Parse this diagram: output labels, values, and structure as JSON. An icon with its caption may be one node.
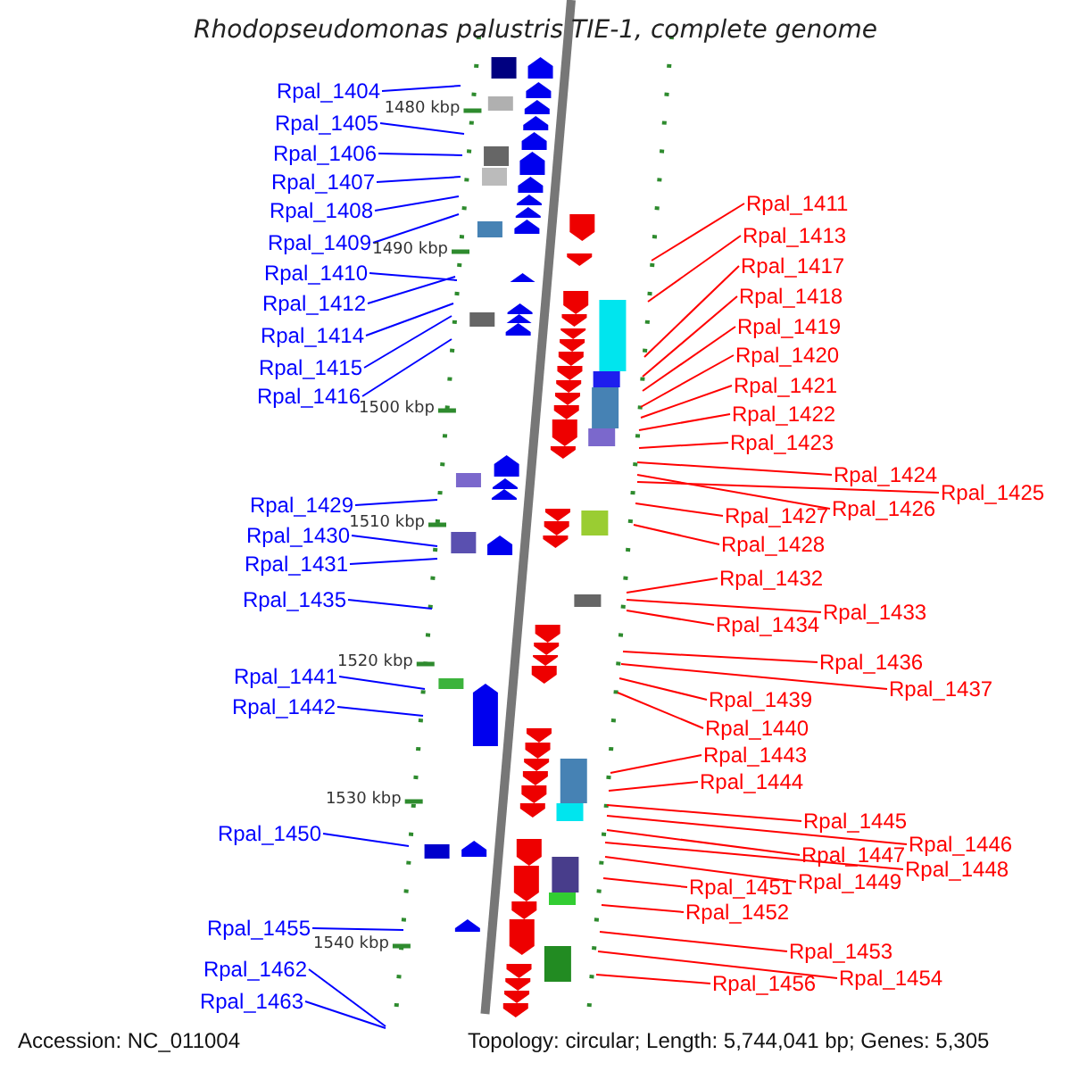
{
  "diagram": {
    "title": "Rhodopseudomonas palustris TIE-1, complete genome",
    "nodes": [
      {
        "text": [
          "Rpal_1404"
        ]
      },
      {
        "text": [
          "Rpal_1405"
        ]
      },
      {
        "text": [
          "Rpal_1406"
        ]
      },
      {
        "text": [
          "Rpal_1407"
        ]
      },
      {
        "text": [
          "Rpal_1408"
        ]
      },
      {
        "text": [
          "Rpal_1409"
        ]
      },
      {
        "text": [
          "Rpal_1410"
        ]
      },
      {
        "text": [
          "Rpal_1412"
        ]
      },
      {
        "text": [
          "Rpal_1414"
        ]
      },
      {
        "text": [
          "Rpal_1415"
        ]
      },
      {
        "text": [
          "Rpal_1416"
        ]
      },
      {
        "text": [
          "Rpal_1429"
        ]
      },
      {
        "text": [
          "Rpal_1430"
        ]
      },
      {
        "text": [
          "Rpal_1431"
        ]
      },
      {
        "text": [
          "Rpal_1435"
        ]
      },
      {
        "text": [
          "Rpal_1441"
        ]
      },
      {
        "text": [
          "Rpal_1442"
        ]
      },
      {
        "text": [
          "Rpal_1450"
        ]
      },
      {
        "text": [
          "Rpal_1455"
        ]
      },
      {
        "text": [
          "Rpal_1462"
        ]
      },
      {
        "text": [
          "Rpal_1463"
        ]
      },
      {
        "text": [
          "Rpal_1411"
        ]
      },
      {
        "text": [
          "Rpal_1413"
        ]
      },
      {
        "text": [
          "Rpal_1417"
        ]
      },
      {
        "text": [
          "Rpal_1418"
        ]
      },
      {
        "text": [
          "Rpal_1419"
        ]
      },
      {
        "text": [
          "Rpal_1420"
        ]
      },
      {
        "text": [
          "Rpal_1421"
        ]
      },
      {
        "text": [
          "Rpal_1422"
        ]
      },
      {
        "text": [
          "Rpal_1423"
        ]
      },
      {
        "text": [
          "Rpal_1424"
        ]
      },
      {
        "text": [
          "Rpal_1426"
        ]
      },
      {
        "text": [
          "Rpal_1425"
        ]
      },
      {
        "text": [
          "Rpal_1427"
        ]
      },
      {
        "text": [
          "Rpal_1428"
        ]
      },
      {
        "text": [
          "Rpal_1432"
        ]
      },
      {
        "text": [
          "Rpal_1434"
        ]
      },
      {
        "text": [
          "Rpal_1433"
        ]
      },
      {
        "text": [
          "Rpal_1436"
        ]
      },
      {
        "text": [
          "Rpal_1437"
        ]
      },
      {
        "text": [
          "Rpal_1439"
        ]
      },
      {
        "text": [
          "Rpal_1440"
        ]
      },
      {
        "text": [
          "Rpal_1443"
        ]
      },
      {
        "text": [
          "Rpal_1444"
        ]
      },
      {
        "text": [
          "Rpal_1445"
        ]
      },
      {
        "text": [
          "Rpal_1447"
        ]
      },
      {
        "text": [
          "Rpal_1446"
        ]
      },
      {
        "text": [
          "Rpal_1449"
        ]
      },
      {
        "text": [
          "Rpal_1448"
        ]
      },
      {
        "text": [
          "Rpal_1451"
        ]
      },
      {
        "text": [
          "Rpal_1452"
        ]
      },
      {
        "text": [
          "Rpal_1453"
        ]
      },
      {
        "text": [
          "Rpal_1454"
        ]
      },
      {
        "text": [
          "Rpal_1456"
        ]
      }
    ],
    "edges": [
      {
        "from": 0,
        "to": null,
        "arrow": "none",
        "color": "#0000ff"
      },
      {
        "from": 1,
        "to": null,
        "arrow": "none",
        "color": "#0000ff"
      },
      {
        "from": 2,
        "to": null,
        "arrow": "none",
        "color": "#0000ff"
      },
      {
        "from": 3,
        "to": null,
        "arrow": "none",
        "color": "#0000ff"
      },
      {
        "from": 4,
        "to": null,
        "arrow": "none",
        "color": "#0000ff"
      },
      {
        "from": 5,
        "to": null,
        "arrow": "none",
        "color": "#0000ff"
      },
      {
        "from": 6,
        "to": null,
        "arrow": "none",
        "color": "#0000ff"
      },
      {
        "from": 7,
        "to": null,
        "arrow": "none",
        "color": "#0000ff"
      },
      {
        "from": 8,
        "to": null,
        "arrow": "none",
        "color": "#0000ff"
      },
      {
        "from": 9,
        "to": null,
        "arrow": "none",
        "color": "#0000ff"
      },
      {
        "from": 10,
        "to": null,
        "arrow": "none",
        "color": "#0000ff"
      },
      {
        "from": 11,
        "to": null,
        "arrow": "none",
        "color": "#0000ff"
      },
      {
        "from": 12,
        "to": null,
        "arrow": "none",
        "color": "#0000ff"
      },
      {
        "from": 13,
        "to": null,
        "arrow": "none",
        "color": "#0000ff"
      },
      {
        "from": 14,
        "to": null,
        "arrow": "none",
        "color": "#0000ff"
      },
      {
        "from": 15,
        "to": null,
        "arrow": "none",
        "color": "#0000ff"
      },
      {
        "from": 16,
        "to": null,
        "arrow": "none",
        "color": "#0000ff"
      },
      {
        "from": 17,
        "to": null,
        "arrow": "none",
        "color": "#0000ff"
      },
      {
        "from": 18,
        "to": null,
        "arrow": "none",
        "color": "#0000ff"
      },
      {
        "from": 19,
        "to": null,
        "arrow": "none",
        "color": "#0000ff"
      },
      {
        "from": 20,
        "to": null,
        "arrow": "none",
        "color": "#0000ff"
      },
      {
        "from": 21,
        "to": null,
        "arrow": "none"
      },
      {
        "from": 22,
        "to": null,
        "arrow": "none"
      },
      {
        "from": 23,
        "to": null,
        "arrow": "none"
      },
      {
        "from": 24,
        "to": null,
        "arrow": "none"
      },
      {
        "from": 25,
        "to": null,
        "arrow": "none"
      },
      {
        "from": 26,
        "to": null,
        "arrow": "none"
      },
      {
        "from": 27,
        "to": null,
        "arrow": "none"
      },
      {
        "from": 28,
        "to": null,
        "arrow": "none"
      },
      {
        "from": 29,
        "to": null,
        "arrow": "none"
      },
      {
        "from": 30,
        "to": null,
        "arrow": "none"
      },
      {
        "from": 31,
        "to": null,
        "arrow": "none"
      },
      {
        "from": 32,
        "to": null,
        "arrow": "none"
      },
      {
        "from": 33,
        "to": null,
        "arrow": "none"
      },
      {
        "from": 34,
        "to": null,
        "arrow": "none"
      },
      {
        "from": 35,
        "to": null,
        "arrow": "none"
      },
      {
        "from": 36,
        "to": null,
        "arrow": "none"
      },
      {
        "from": 37,
        "to": null,
        "arrow": "none"
      },
      {
        "from": 38,
        "to": null,
        "arrow": "none"
      },
      {
        "from": 39,
        "to": null,
        "arrow": "none"
      },
      {
        "from": 40,
        "to": null,
        "arrow": "none"
      },
      {
        "from": 41,
        "to": null,
        "arrow": "none"
      },
      {
        "from": 42,
        "to": null,
        "arrow": "none"
      },
      {
        "from": 43,
        "to": null,
        "arrow": "none"
      },
      {
        "from": 44,
        "to": null,
        "arrow": "none"
      },
      {
        "from": 45,
        "to": null,
        "arrow": "none"
      },
      {
        "from": 46,
        "to": null,
        "arrow": "none"
      },
      {
        "from": 47,
        "to": null,
        "arrow": "none"
      },
      {
        "from": 48,
        "to": null,
        "arrow": "none"
      },
      {
        "from": 49,
        "to": null,
        "arrow": "none"
      },
      {
        "from": 50,
        "to": null,
        "arrow": "none"
      },
      {
        "from": 51,
        "to": null,
        "arrow": "none"
      },
      {
        "from": 52,
        "to": null,
        "arrow": "none"
      },
      {
        "from": 53,
        "to": null,
        "arrow": "none"
      }
    ],
    "labels": [
      "1480 kbp",
      "1490 kbp",
      "1500 kbp",
      "1510 kbp",
      "1520 kbp",
      "1530 kbp",
      "1540 kbp",
      "Accession: NC_011004",
      "Topology: circular; Length: 5,744,041 bp; Genes: 5,305"
    ]
  }
}
